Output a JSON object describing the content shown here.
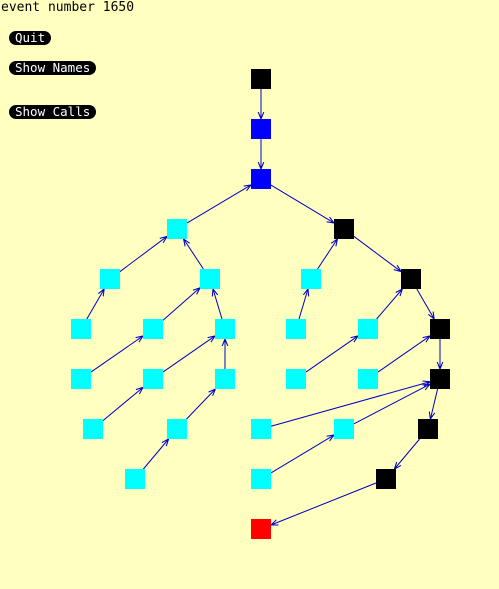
{
  "status": {
    "event_label": "event number 1650"
  },
  "controls": {
    "quit_label": "Quit",
    "show_names_label": "Show Names",
    "show_calls_label": "Show Calls"
  },
  "colors": {
    "background": "#ffffc0",
    "edge": "#0000c8",
    "node_black": "#000000",
    "node_blue": "#0000ff",
    "node_cyan": "#00ffff",
    "node_red": "#ff0000"
  },
  "graph": {
    "nodes": [
      {
        "id": "n1",
        "color": "black"
      },
      {
        "id": "n2",
        "color": "blue"
      },
      {
        "id": "n3",
        "color": "blue"
      },
      {
        "id": "n4",
        "color": "cyan"
      },
      {
        "id": "n5",
        "color": "black"
      },
      {
        "id": "n6",
        "color": "cyan"
      },
      {
        "id": "n7",
        "color": "cyan"
      },
      {
        "id": "n8",
        "color": "cyan"
      },
      {
        "id": "n9",
        "color": "black"
      },
      {
        "id": "n10",
        "color": "cyan"
      },
      {
        "id": "n11",
        "color": "cyan"
      },
      {
        "id": "n12",
        "color": "cyan"
      },
      {
        "id": "n13",
        "color": "cyan"
      },
      {
        "id": "n14",
        "color": "cyan"
      },
      {
        "id": "n15",
        "color": "black"
      },
      {
        "id": "n16",
        "color": "cyan"
      },
      {
        "id": "n17",
        "color": "cyan"
      },
      {
        "id": "n18",
        "color": "cyan"
      },
      {
        "id": "n19",
        "color": "cyan"
      },
      {
        "id": "n20",
        "color": "cyan"
      },
      {
        "id": "n21",
        "color": "black"
      },
      {
        "id": "n22",
        "color": "cyan"
      },
      {
        "id": "n23",
        "color": "cyan"
      },
      {
        "id": "n24",
        "color": "cyan"
      },
      {
        "id": "n25",
        "color": "cyan"
      },
      {
        "id": "n26",
        "color": "black"
      },
      {
        "id": "n27",
        "color": "cyan"
      },
      {
        "id": "n28",
        "color": "cyan"
      },
      {
        "id": "n29",
        "color": "black"
      },
      {
        "id": "n30",
        "color": "red"
      }
    ],
    "edges": [
      [
        "n1",
        "n2"
      ],
      [
        "n2",
        "n3"
      ],
      [
        "n4",
        "n3"
      ],
      [
        "n3",
        "n5"
      ],
      [
        "n6",
        "n4"
      ],
      [
        "n7",
        "n4"
      ],
      [
        "n8",
        "n5"
      ],
      [
        "n5",
        "n9"
      ],
      [
        "n10",
        "n6"
      ],
      [
        "n11",
        "n7"
      ],
      [
        "n12",
        "n7"
      ],
      [
        "n13",
        "n8"
      ],
      [
        "n14",
        "n9"
      ],
      [
        "n9",
        "n15"
      ],
      [
        "n16",
        "n11"
      ],
      [
        "n17",
        "n12"
      ],
      [
        "n18",
        "n12"
      ],
      [
        "n19",
        "n14"
      ],
      [
        "n20",
        "n15"
      ],
      [
        "n15",
        "n21"
      ],
      [
        "n22",
        "n17"
      ],
      [
        "n23",
        "n18"
      ],
      [
        "n24",
        "n21"
      ],
      [
        "n25",
        "n21"
      ],
      [
        "n21",
        "n26"
      ],
      [
        "n27",
        "n23"
      ],
      [
        "n28",
        "n25"
      ],
      [
        "n26",
        "n29"
      ],
      [
        "n29",
        "n30"
      ]
    ]
  }
}
